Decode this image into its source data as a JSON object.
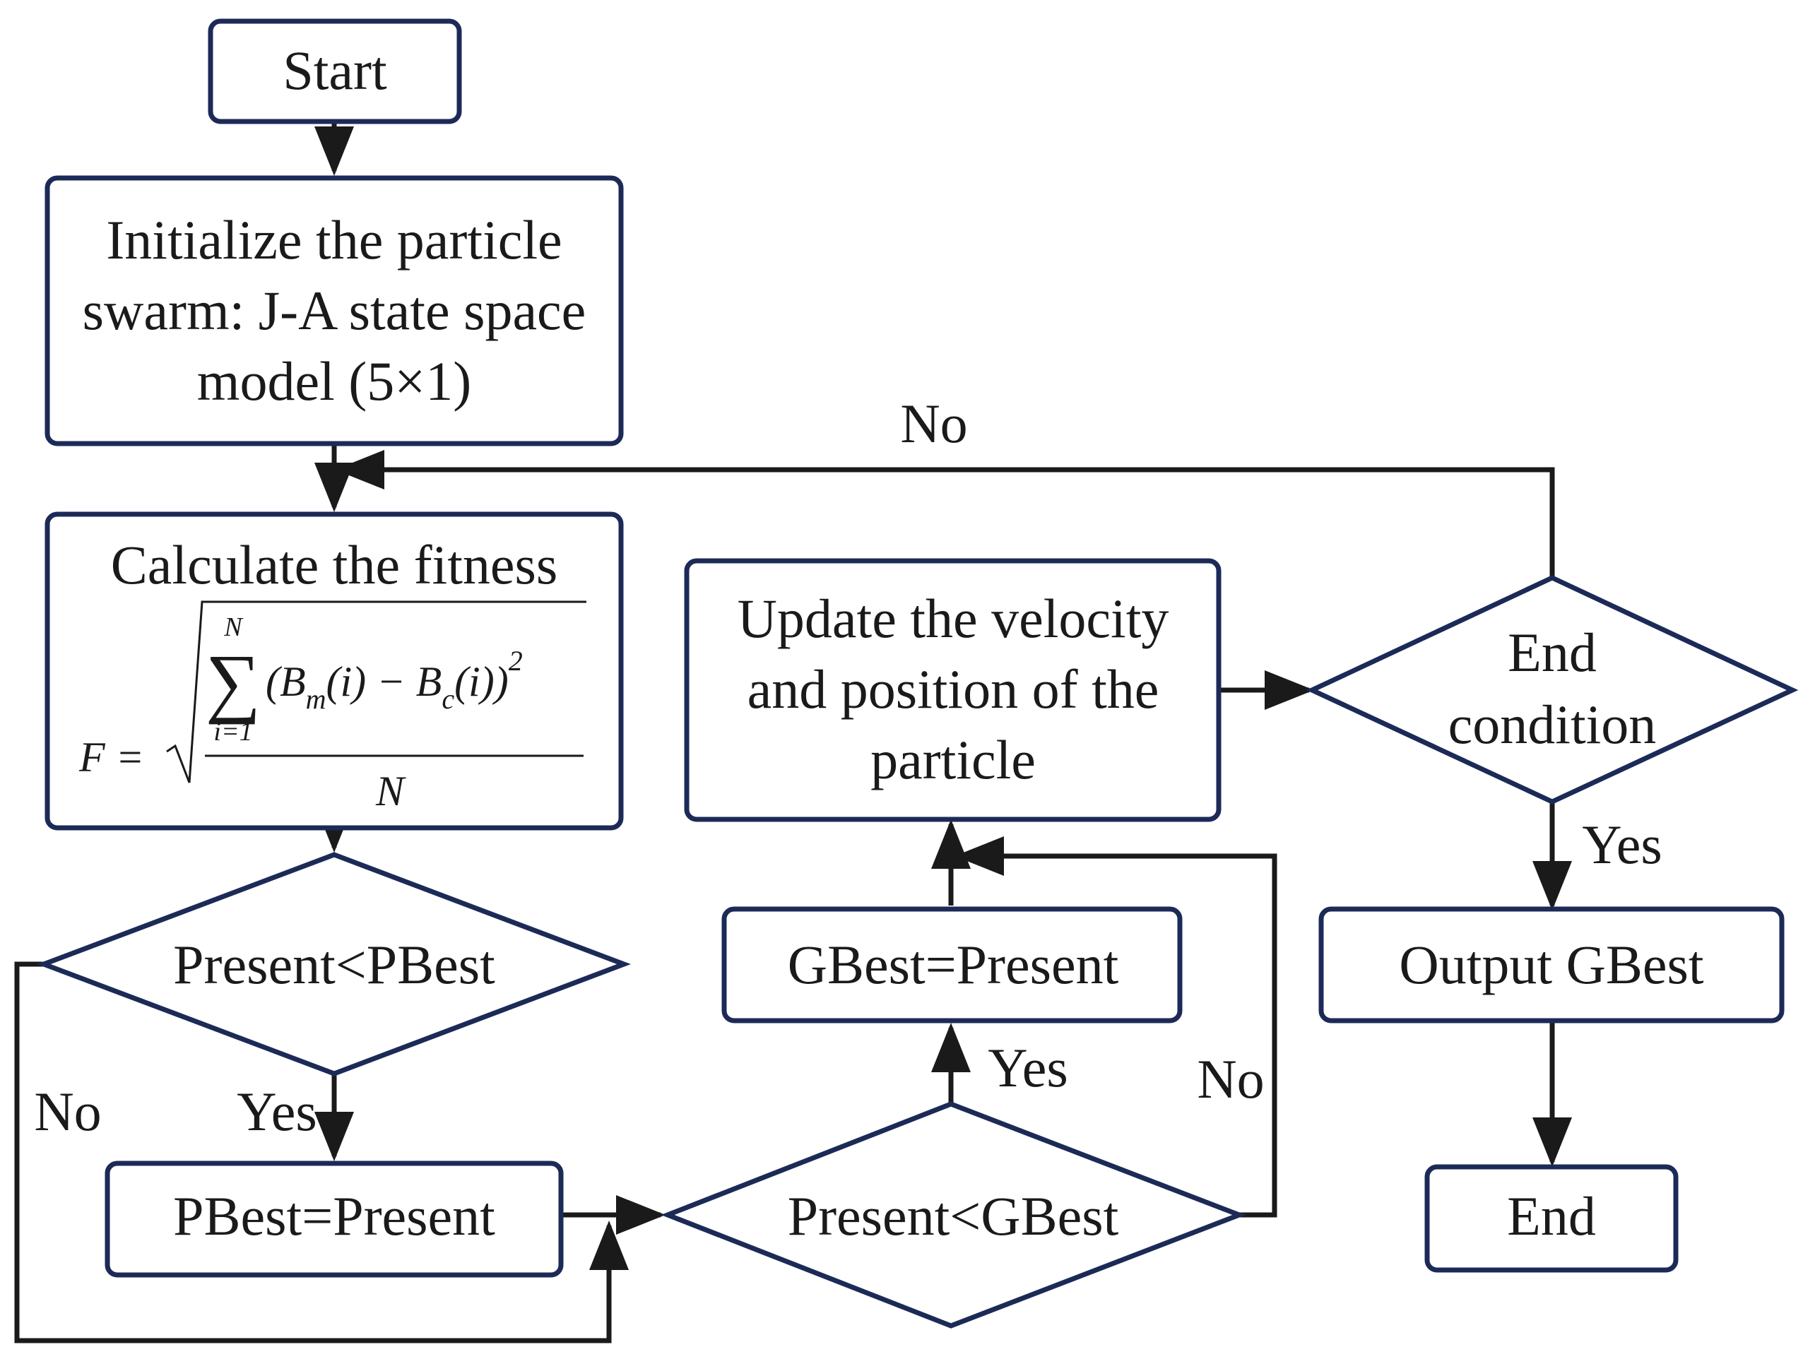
{
  "nodes": {
    "start": "Start",
    "init": [
      "Initialize the particle",
      "swarm: J-A state space",
      "model (5×1)"
    ],
    "fitness_title": "Calculate the  fitness",
    "cmp_pbest": "Present<PBest",
    "set_pbest": "PBest=Present",
    "cmp_gbest": "Present<GBest",
    "set_gbest": "GBest=Present",
    "update": [
      "Update the velocity",
      "and position of the",
      "particle"
    ],
    "end_cond": [
      "End",
      "condition"
    ],
    "output": "Output GBest",
    "end": "End"
  },
  "formula": {
    "lhs": "F =",
    "sum_top": "N",
    "sum_symbol": "∑",
    "sum_bottom": "i=1",
    "numerator": "(B",
    "sub_m": "m",
    "mid": "(i) − B",
    "sub_c": "c",
    "tail": "(i))",
    "exp": "2",
    "denominator": "N"
  },
  "edge_labels": {
    "no_top": "No",
    "no_left": "No",
    "yes_pbest": "Yes",
    "yes_gbest": "Yes",
    "no_gbest": "No",
    "yes_end": "Yes"
  },
  "colors": {
    "box_stroke": "#1c2a57",
    "line": "#1a1a1a"
  }
}
